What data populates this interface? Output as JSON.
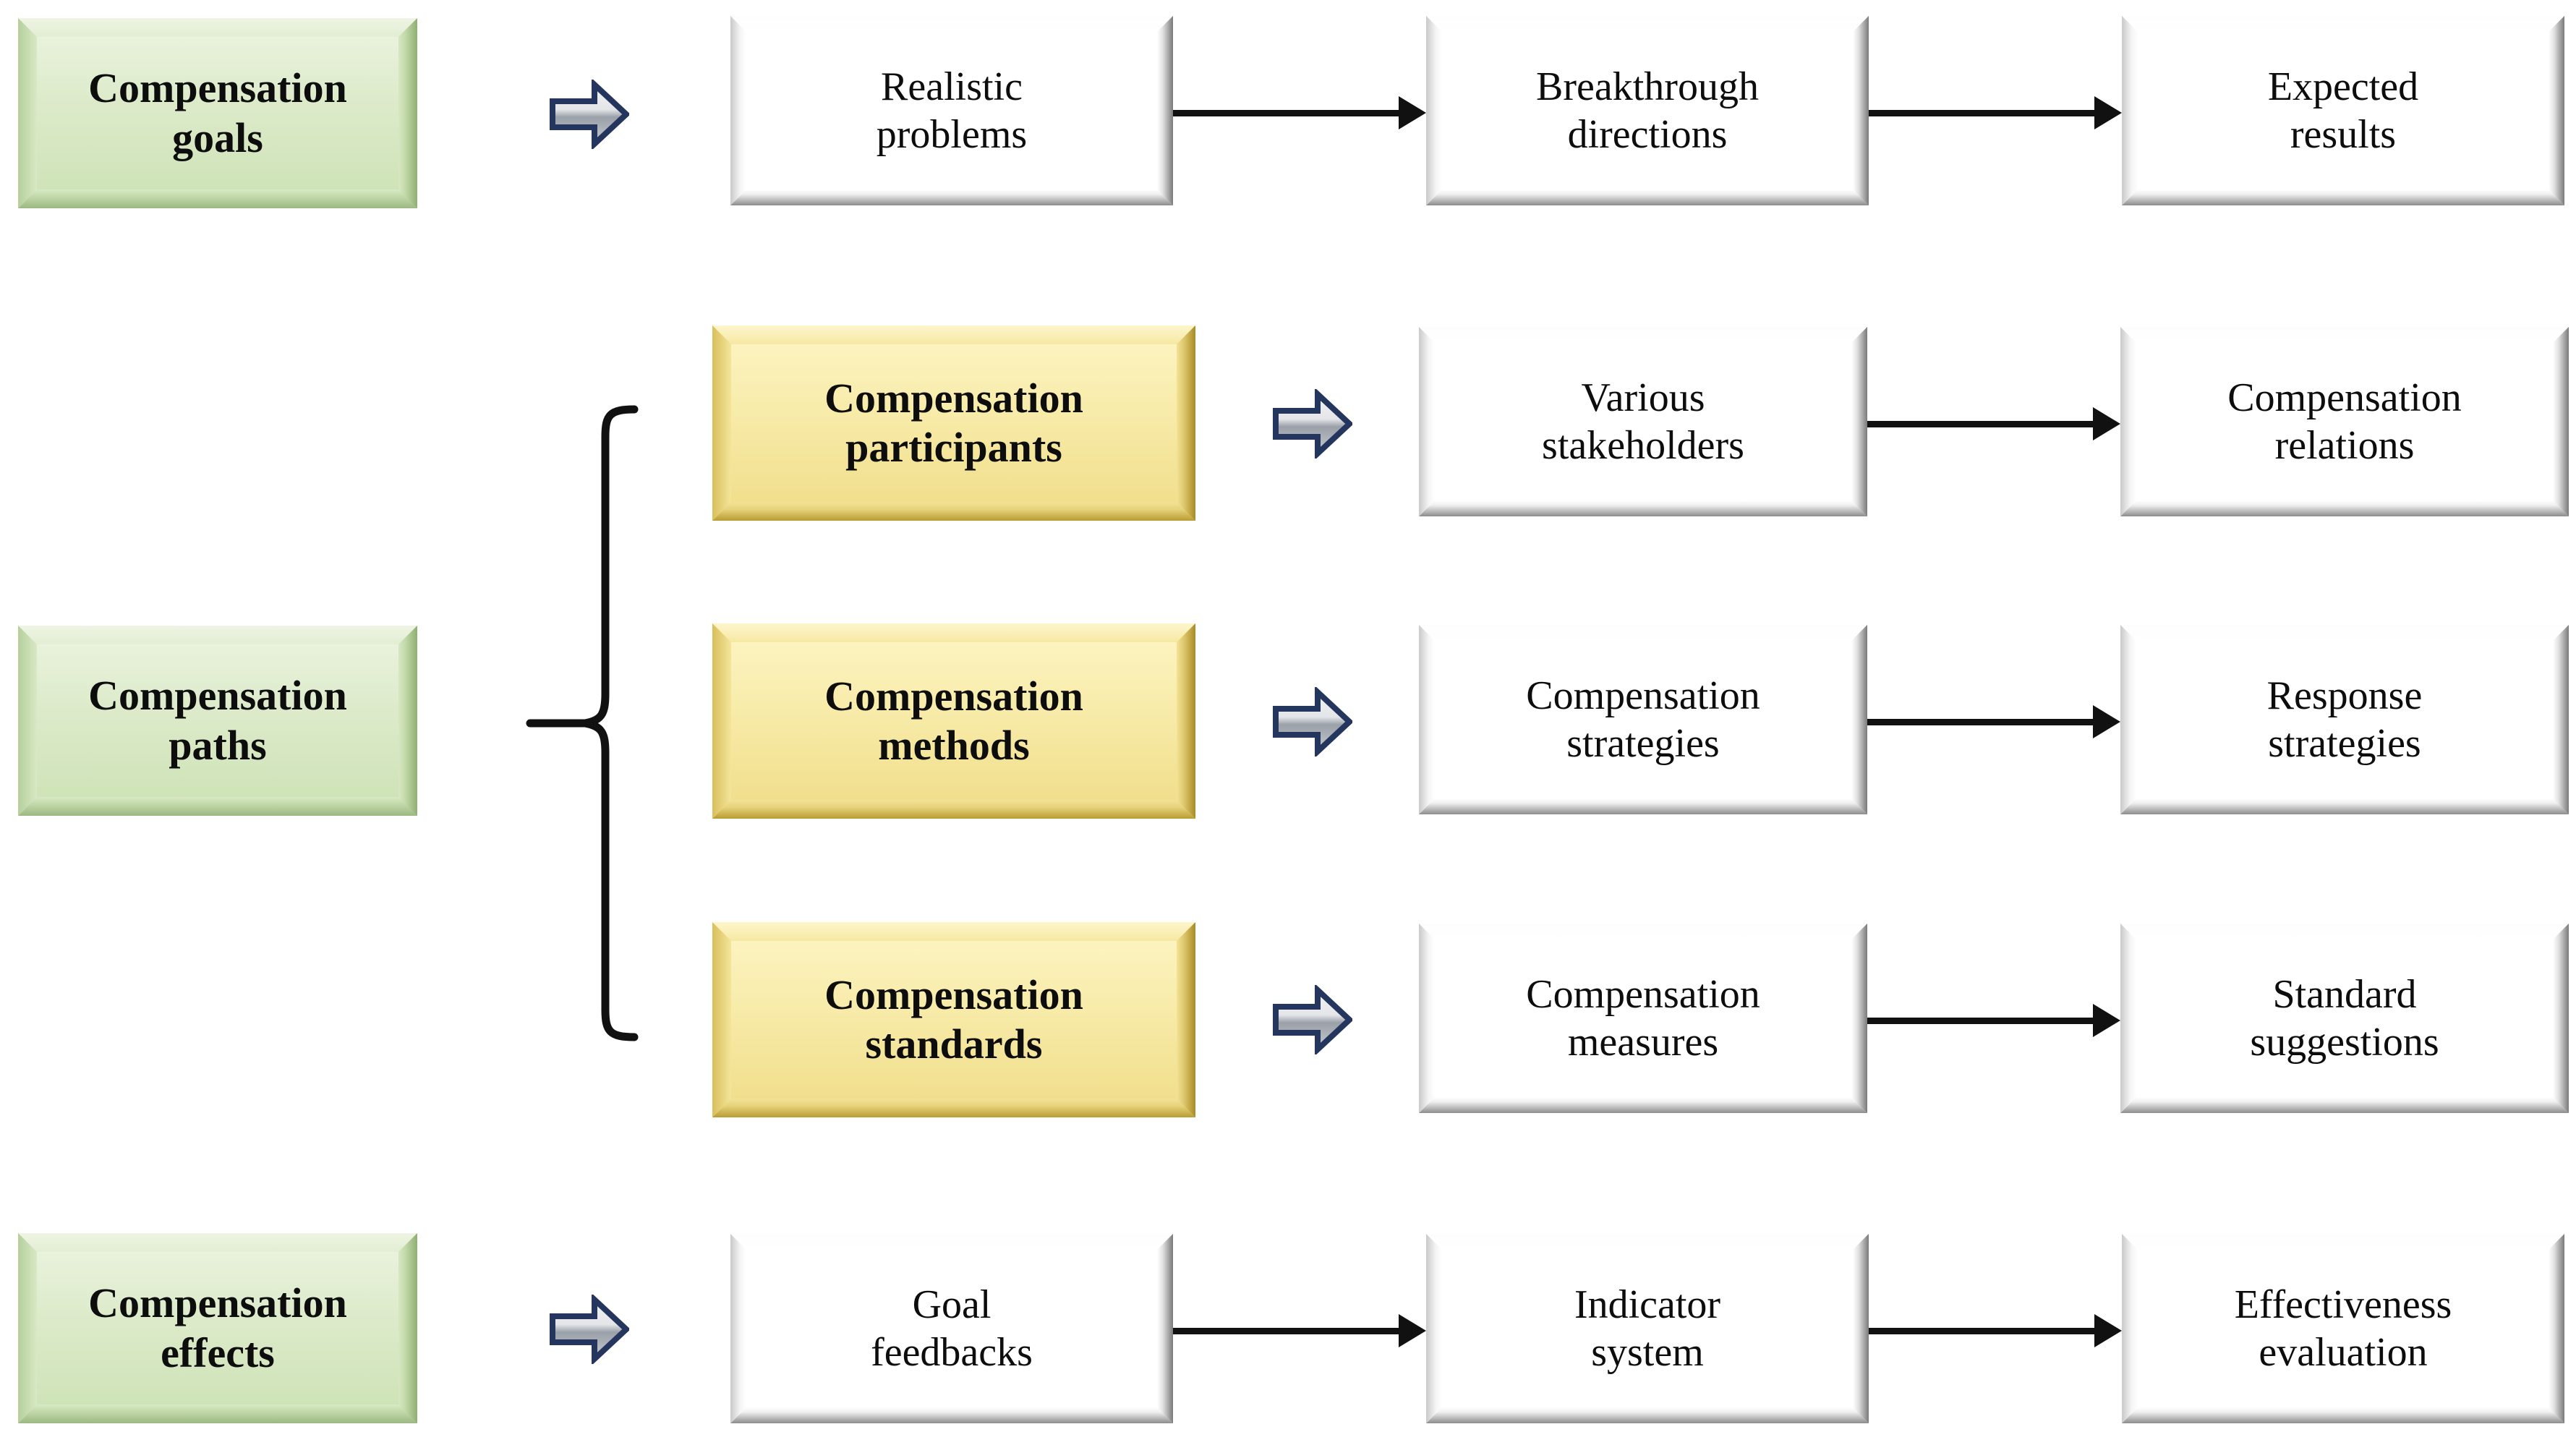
{
  "diagram": {
    "title": "Compensation framework flow diagram",
    "colors": {
      "green_fill": "#d7e7c3",
      "yellow_fill": "#f6e79c",
      "white_fill": "#ffffff",
      "line": "#111111",
      "block_arrow_outline": "#24365e",
      "block_arrow_fill": "#c8cbd0"
    },
    "categories": [
      {
        "id": "goals",
        "label": "Compensation\ngoals",
        "style": "green"
      },
      {
        "id": "paths",
        "label": "Compensation\npaths",
        "style": "green"
      },
      {
        "id": "effects",
        "label": "Compensation\neffects",
        "style": "green"
      }
    ],
    "subcategories": [
      {
        "id": "participants",
        "label": "Compensation\nparticipants",
        "style": "yellow"
      },
      {
        "id": "methods",
        "label": "Compensation\nmethods",
        "style": "yellow"
      },
      {
        "id": "standards",
        "label": "Compensation\nstandards",
        "style": "yellow"
      }
    ],
    "rows": [
      {
        "id": "row-goals",
        "source": "Compensation\ngoals",
        "steps": [
          "Realistic\nproblems",
          "Breakthrough\ndirections",
          "Expected\nresults"
        ]
      },
      {
        "id": "row-participants",
        "source": "Compensation\nparticipants",
        "steps": [
          "Various\nstakeholders",
          "Compensation\nrelations"
        ]
      },
      {
        "id": "row-methods",
        "source": "Compensation\nmethods",
        "steps": [
          "Compensation\nstrategies",
          "Response\nstrategies"
        ]
      },
      {
        "id": "row-standards",
        "source": "Compensation\nstandards",
        "steps": [
          "Compensation\nmeasures",
          "Standard\nsuggestions"
        ]
      },
      {
        "id": "row-effects",
        "source": "Compensation\neffects",
        "steps": [
          "Goal\nfeedbacks",
          "Indicator\nsystem",
          "Effectiveness\nevaluation"
        ]
      }
    ],
    "icons": {
      "block_arrow": "block-arrow-right-icon",
      "line_arrow": "arrow-right-icon",
      "brace": "curly-brace-icon"
    }
  }
}
